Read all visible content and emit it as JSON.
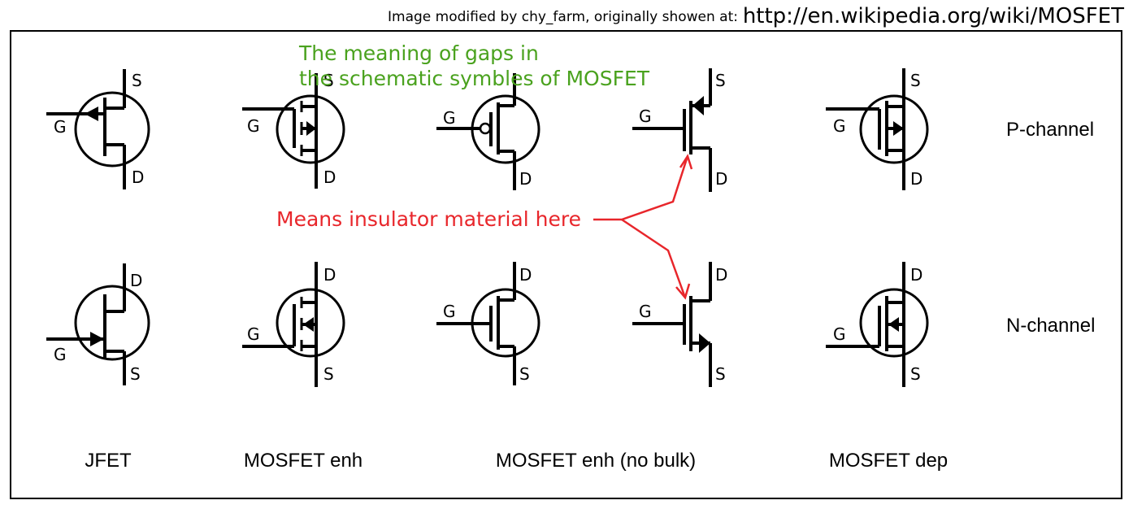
{
  "credit": {
    "prefix": "Image modified by chy_farm, originally showen at:",
    "url": "http://en.wikipedia.org/wiki/MOSFET"
  },
  "annotations": {
    "gaps_line1": "The meaning of gaps in",
    "gaps_line2": "the schematic symbles of MOSFET",
    "insulator": "Means insulator material here"
  },
  "rows": {
    "p_channel": "P-channel",
    "n_channel": "N-channel"
  },
  "columns": {
    "jfet": "JFET",
    "mosfet_enh": "MOSFET enh",
    "mosfet_enh_no_bulk": "MOSFET enh (no bulk)",
    "mosfet_dep": "MOSFET dep"
  },
  "pins": {
    "gate": "G",
    "source": "S",
    "drain": "D"
  },
  "colors": {
    "annotation_green": "#4aa21e",
    "annotation_red": "#e8262b",
    "ink": "#000000"
  }
}
